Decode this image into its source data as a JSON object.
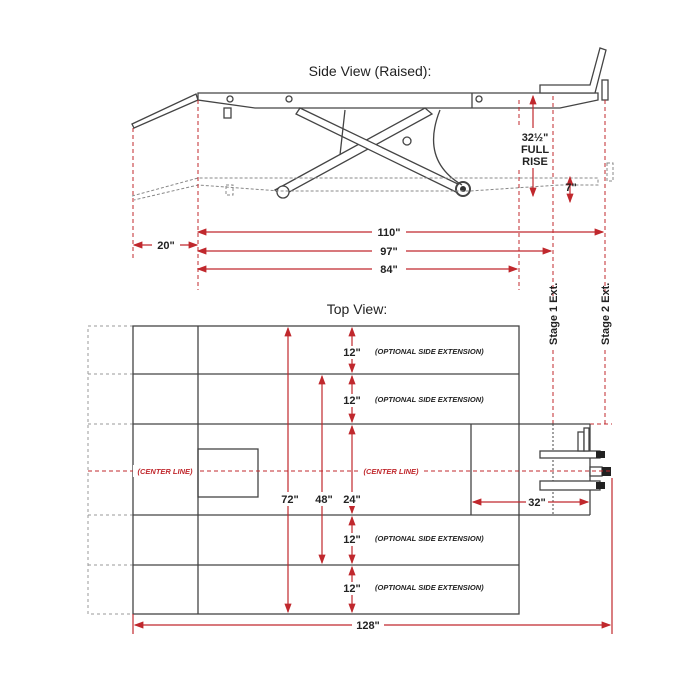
{
  "side_view": {
    "title": "Side View (Raised):",
    "full_rise": "32½\"",
    "full_rise_label_1": "FULL",
    "full_rise_label_2": "RISE",
    "lowered_height": "7\"",
    "ramp_length": "20\"",
    "dim_110": "110\"",
    "dim_97": "97\"",
    "dim_84": "84\"",
    "stage1": "Stage 1 Ext.",
    "stage2": "Stage 2 Ext."
  },
  "top_view": {
    "title": "Top View:",
    "optional_ext": "(OPTIONAL SIDE EXTENSION)",
    "center_line": "(CENTER LINE)",
    "dim_12": "12\"",
    "dim_24": "24\"",
    "dim_48": "48\"",
    "dim_72": "72\"",
    "dim_32": "32\"",
    "dim_128": "128\""
  },
  "colors": {
    "dimension": "#c0282d",
    "outline": "#444444"
  }
}
